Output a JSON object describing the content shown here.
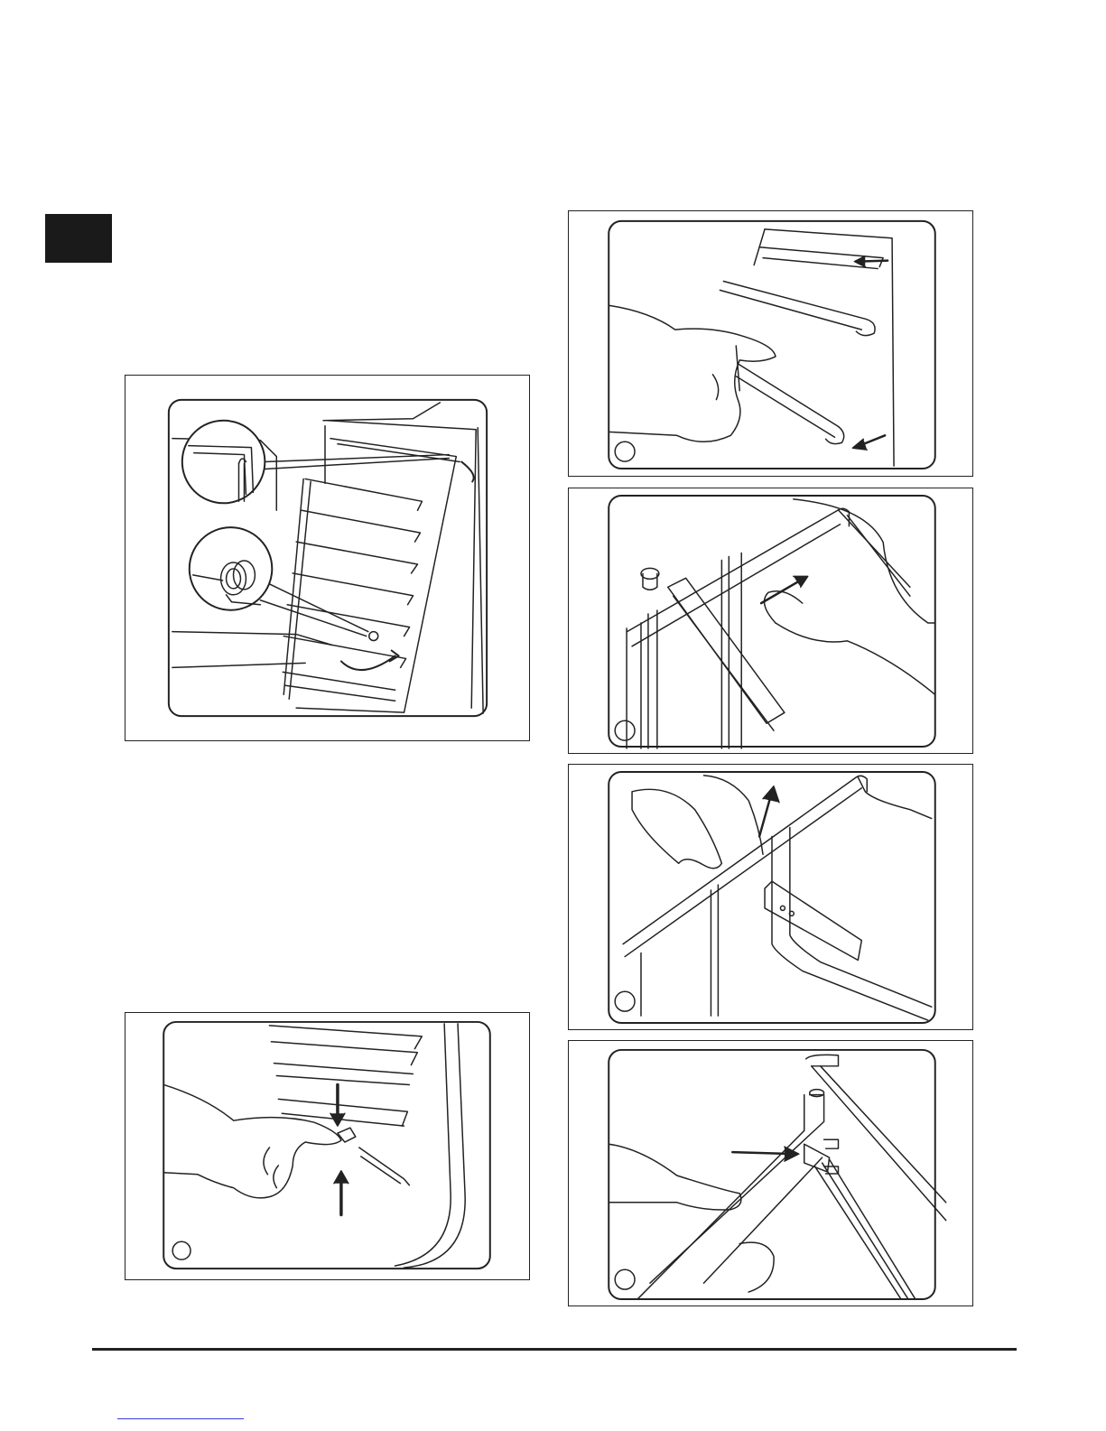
{
  "page": {
    "section_tab_color": "#1a1a1a",
    "line_color": "#222222"
  },
  "figures": [
    {
      "id": "rack-hooks-overview",
      "icons": [
        "oven-interior",
        "wire-rack",
        "hook-detail-inset",
        "knob-detail-inset",
        "rotate-arrow"
      ]
    },
    {
      "id": "step-remove-rack-bottom",
      "icons": [
        "hand",
        "wire-rack",
        "arrow-down",
        "arrow-up"
      ]
    },
    {
      "id": "step-1-rack-rotate",
      "icons": [
        "hand",
        "wire-rack",
        "arrow"
      ]
    },
    {
      "id": "step-2-slide-catch",
      "icons": [
        "thumb",
        "rail",
        "arrow"
      ]
    },
    {
      "id": "step-3-lift-catch",
      "icons": [
        "fingers",
        "rail",
        "arrow-up"
      ]
    },
    {
      "id": "step-4-refit-catch",
      "icons": [
        "hand",
        "rail",
        "arrow-right"
      ]
    }
  ]
}
